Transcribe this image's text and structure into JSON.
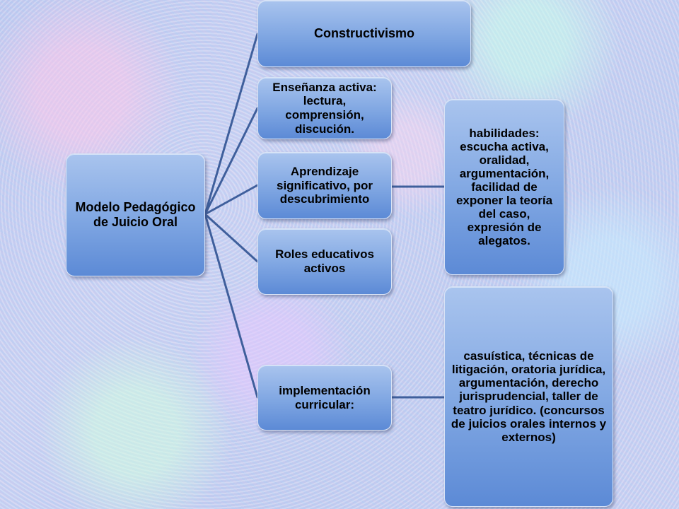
{
  "diagram": {
    "root": {
      "label": "Modelo Pedagógico de Juicio Oral"
    },
    "branches": [
      {
        "label": "Constructivismo"
      },
      {
        "label": "Enseñanza activa: lectura, comprensión, discución."
      },
      {
        "label": "Aprendizaje significativo, por descubrimiento"
      },
      {
        "label": "Roles educativos activos"
      },
      {
        "label": "implementación curricular:"
      }
    ],
    "details": [
      {
        "label": "habilidades: escucha activa, oralidad, argumentación, facilidad de exponer la teoría del caso, expresión de alegatos."
      },
      {
        "label": "casuística, técnicas de litigación, oratoria jurídica, argumentación, derecho jurisprudencial, taller de teatro jurídico. (concursos de juicios orales internos y externos)"
      }
    ],
    "colors": {
      "node_top": "#a9c4ee",
      "node_bottom": "#5c8ad6",
      "connector": "#3f5f9c",
      "background": "#c2cff1"
    }
  }
}
